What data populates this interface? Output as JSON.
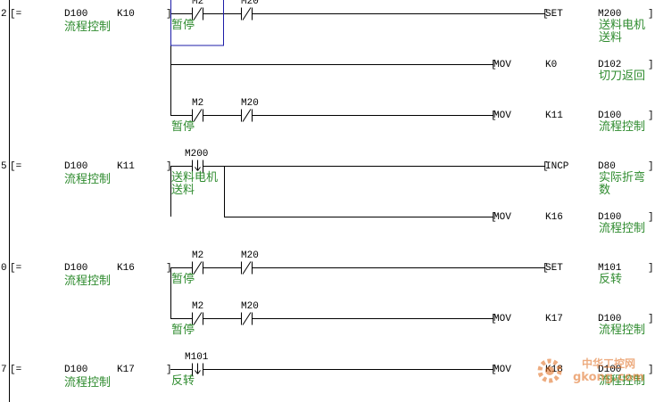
{
  "rungs": [
    {
      "step": "2",
      "cmp_op": "[=",
      "s1": "D100",
      "s2": "K10",
      "s1_comment": "流程控制",
      "branches": [
        {
          "contacts": [
            {
              "dev": "M2",
              "type": "NC",
              "comment": "暂停"
            },
            {
              "dev": "M20",
              "type": "NC",
              "comment": ""
            }
          ],
          "instr": "SET",
          "op1": "",
          "op2": "M200",
          "op2_comment": "送料电机\n送料"
        },
        {
          "contacts": [],
          "instr": "MOV",
          "op1": "K0",
          "op2": "D102",
          "op2_comment": "切刀返回"
        },
        {
          "contacts": [
            {
              "dev": "M2",
              "type": "NC",
              "comment": "暂停"
            },
            {
              "dev": "M20",
              "type": "NC",
              "comment": ""
            }
          ],
          "instr": "MOV",
          "op1": "K11",
          "op2": "D100",
          "op2_comment": "流程控制"
        }
      ]
    },
    {
      "step": "5",
      "cmp_op": "[=",
      "s1": "D100",
      "s2": "K11",
      "s1_comment": "流程控制",
      "branches": [
        {
          "contacts": [
            {
              "dev": "M200",
              "type": "PLF",
              "comment": "送料电机\n送料"
            }
          ],
          "instr": "INCP",
          "op1": "",
          "op2": "D80",
          "op2_comment": "实际折弯\n数"
        },
        {
          "contacts": [],
          "instr": "MOV",
          "op1": "K16",
          "op2": "D100",
          "op2_comment": "流程控制"
        }
      ]
    },
    {
      "step": "0",
      "cmp_op": "[=",
      "s1": "D100",
      "s2": "K16",
      "s1_comment": "流程控制",
      "branches": [
        {
          "contacts": [
            {
              "dev": "M2",
              "type": "NC",
              "comment": "暂停"
            },
            {
              "dev": "M20",
              "type": "NC",
              "comment": ""
            }
          ],
          "instr": "SET",
          "op1": "",
          "op2": "M101",
          "op2_comment": "反转"
        },
        {
          "contacts": [
            {
              "dev": "M2",
              "type": "NC",
              "comment": "暂停"
            },
            {
              "dev": "M20",
              "type": "NC",
              "comment": ""
            }
          ],
          "instr": "MOV",
          "op1": "K17",
          "op2": "D100",
          "op2_comment": "流程控制"
        }
      ]
    },
    {
      "step": "7",
      "cmp_op": "[=",
      "s1": "D100",
      "s2": "K17",
      "s1_comment": "流程控制",
      "branches": [
        {
          "contacts": [
            {
              "dev": "M101",
              "type": "PLF",
              "comment": "反转"
            }
          ],
          "instr": "MOV",
          "op1": "K18",
          "op2": "D100",
          "op2_comment": "流程控制"
        }
      ]
    }
  ],
  "watermark": {
    "line1": "中华工控网",
    "line2": "gkong.com"
  },
  "colors": {
    "wire": "#000000",
    "comment": "#2e8b2e",
    "cursor": "#1c1ca8",
    "watermark": "#e06a1a"
  }
}
